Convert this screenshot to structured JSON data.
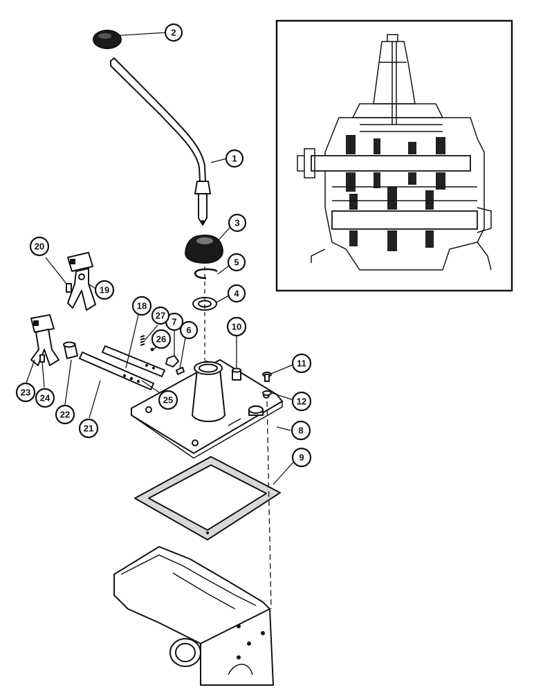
{
  "figure": {
    "type": "exploded-parts-diagram",
    "inset_present": true
  },
  "callouts": [
    {
      "label": "1"
    },
    {
      "label": "2"
    },
    {
      "label": "3"
    },
    {
      "label": "4"
    },
    {
      "label": "5"
    },
    {
      "label": "6"
    },
    {
      "label": "7"
    },
    {
      "label": "8"
    },
    {
      "label": "9"
    },
    {
      "label": "10"
    },
    {
      "label": "11"
    },
    {
      "label": "12"
    },
    {
      "label": "18"
    },
    {
      "label": "19"
    },
    {
      "label": "20"
    },
    {
      "label": "21"
    },
    {
      "label": "22"
    },
    {
      "label": "23"
    },
    {
      "label": "24"
    },
    {
      "label": "25"
    },
    {
      "label": "26"
    },
    {
      "label": "27"
    }
  ],
  "colors": {
    "ink": "#111111",
    "paper": "#ffffff"
  }
}
